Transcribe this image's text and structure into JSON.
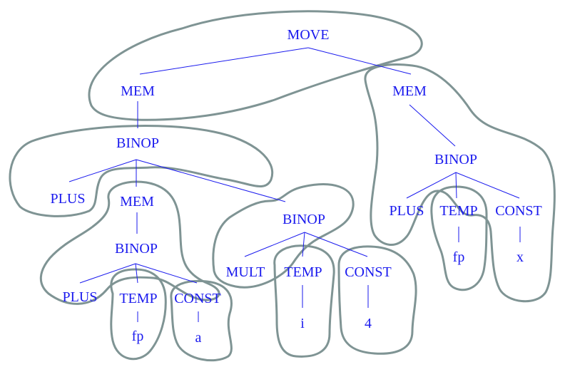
{
  "tree": {
    "line_color": "#1a1aee",
    "tile_color": "#7f9494",
    "nodes": [
      {
        "id": "n1",
        "label": "MOVE"
      },
      {
        "id": "n2",
        "label": "MEM"
      },
      {
        "id": "n3",
        "label": "MEM"
      },
      {
        "id": "n4",
        "label": "BINOP"
      },
      {
        "id": "n5",
        "label": "PLUS"
      },
      {
        "id": "n6",
        "label": "MEM"
      },
      {
        "id": "n7",
        "label": "BINOP"
      },
      {
        "id": "n8",
        "label": "BINOP"
      },
      {
        "id": "n9",
        "label": "PLUS"
      },
      {
        "id": "n10",
        "label": "TEMP"
      },
      {
        "id": "n11",
        "label": "CONST"
      },
      {
        "id": "n12",
        "label": "fp"
      },
      {
        "id": "n13",
        "label": "a"
      },
      {
        "id": "n14",
        "label": "MULT"
      },
      {
        "id": "n15",
        "label": "TEMP"
      },
      {
        "id": "n16",
        "label": "CONST"
      },
      {
        "id": "n17",
        "label": "i"
      },
      {
        "id": "n18",
        "label": "4"
      },
      {
        "id": "n19",
        "label": "BINOP"
      },
      {
        "id": "n20",
        "label": "PLUS"
      },
      {
        "id": "n21",
        "label": "TEMP"
      },
      {
        "id": "n22",
        "label": "CONST"
      },
      {
        "id": "n23",
        "label": "fp"
      },
      {
        "id": "n24",
        "label": "x"
      }
    ]
  }
}
